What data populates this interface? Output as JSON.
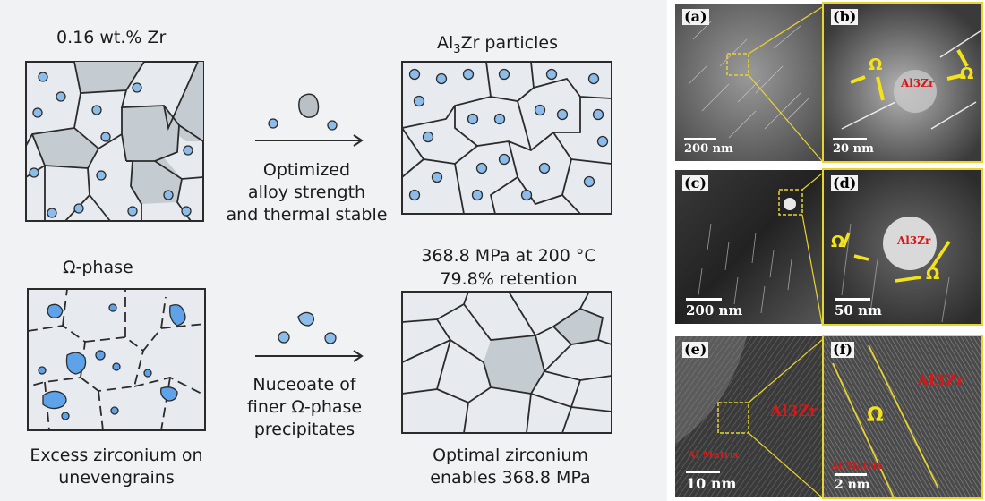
{
  "schematic": {
    "labels": {
      "zr_content": "0.16 wt.% Zr",
      "al3zr_prefix": "Al",
      "al3zr_sub": "3",
      "al3zr_suffix": "Zr particles",
      "arrow1_line1": "Optimized",
      "arrow1_line2": "alloy strength",
      "arrow1_line3": "and thermal stable",
      "omega_phase": "Ω-phase",
      "strength_line1": "368.8 MPa at 200 °C",
      "strength_line2": "79.8% retention",
      "arrow2_line1": "Nuceoate of",
      "arrow2_line2": "finer Ω-phase",
      "arrow2_line3": "precipitates",
      "excess_line1": "Excess zirconium on",
      "excess_line2": "unevengrains",
      "optimal_line1": "Optimal zirconium",
      "optimal_line2": "enables 368.8 MPa"
    },
    "colors": {
      "background": "#f1f2f4",
      "grain_fill": "#e7eaee",
      "dark_grain": "#c4ccd1",
      "particle": "#8cbdea",
      "omega_particle": "#5ea3ea",
      "line": "#2b2b2b"
    }
  },
  "micrographs": {
    "a": {
      "label": "(a)",
      "scale": "200 nm"
    },
    "b": {
      "label": "(b)",
      "scale": "20 nm",
      "phase_label": "Al3Zr",
      "omega_label": "Ω"
    },
    "c": {
      "label": "(c)",
      "scale": "200 nm"
    },
    "d": {
      "label": "(d)",
      "scale": "50 nm",
      "phase_label": "Al3Zr",
      "omega_label": "Ω"
    },
    "e": {
      "label": "(e)",
      "scale": "10 nm",
      "phase_label": "Al3Zr",
      "matrix_label": "Al Matrix"
    },
    "f": {
      "label": "(f)",
      "scale": "2 nm",
      "phase_label": "Al3Zr",
      "matrix_label": "Al Matrix",
      "omega_label": "Ω"
    },
    "colors": {
      "highlight": "#e8d431",
      "annotation_red": "#d81818",
      "annotation_yellow": "#f4e21a"
    }
  }
}
